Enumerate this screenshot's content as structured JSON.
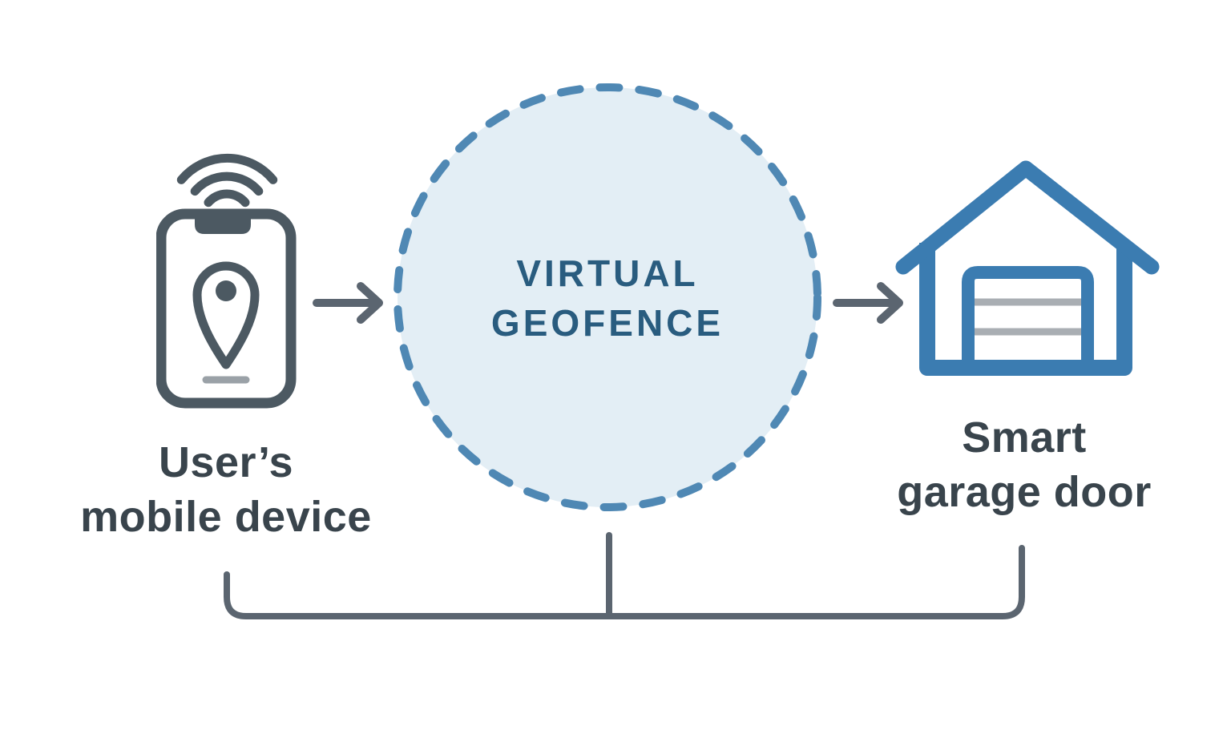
{
  "title": "Virtual geofence smart garage diagram",
  "nodes": {
    "mobile": {
      "label_line1": "User’s",
      "label_line2": "mobile device",
      "icons": [
        "wifi-signal-icon",
        "smartphone-icon",
        "location-pin-icon"
      ]
    },
    "geofence": {
      "label_line1": "VIRTUAL",
      "label_line2": "GEOFENCE",
      "icon": "dashed-circle-zone"
    },
    "garage": {
      "label_line1": "Smart",
      "label_line2": "garage door",
      "icon": "house-garage-icon"
    }
  },
  "connections": [
    {
      "from": "mobile",
      "to": "geofence",
      "type": "arrow-right"
    },
    {
      "from": "geofence",
      "to": "garage",
      "type": "arrow-right"
    },
    {
      "from": "geofence",
      "to": "mobile-and-garage",
      "type": "bottom-bracket"
    }
  ],
  "colors": {
    "background": "#ffffff",
    "slate_dark": "#4c5962",
    "slate_mid": "#5b6570",
    "label_text": "#39444c",
    "geofence_text": "#295c7f",
    "geofence_fill": "#e3eef5",
    "geofence_dash": "#4f88b4",
    "house_blue": "#3b7cb1",
    "gray_detail": "#a9aeb3",
    "phone_home_bar": "#9aa1a7"
  }
}
